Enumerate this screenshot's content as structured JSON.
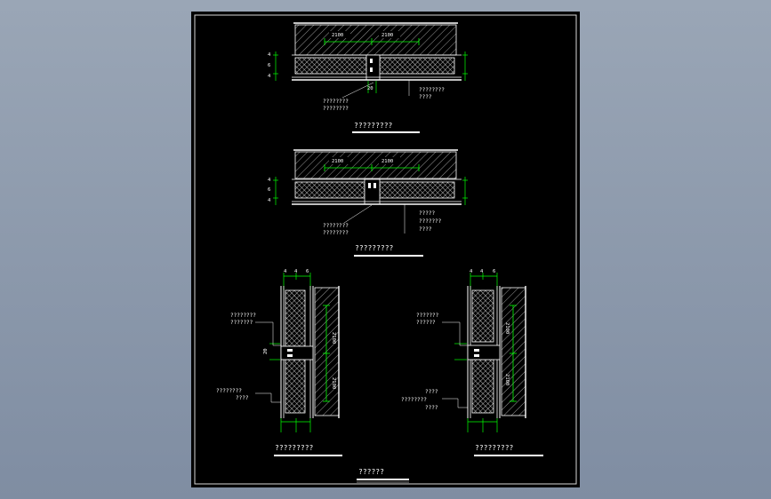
{
  "colors": {
    "background": "#8a97aa",
    "sheet": "#000000",
    "line": "#ffffff",
    "dimension": "#00ff00",
    "frame": "#d8d8d8"
  },
  "drawing": {
    "title": "??????",
    "detail_1": {
      "title": "?????????",
      "dim_left": "2100",
      "dim_right": "2100",
      "gap": "20",
      "note_left": [
        "????????",
        "????????"
      ],
      "note_right": [
        "????????",
        "????"
      ],
      "small_dims": [
        "4",
        "6",
        "4"
      ]
    },
    "detail_2": {
      "title": "?????????",
      "dim_left": "2100",
      "dim_right": "2100",
      "note_left": [
        "????????",
        "????????"
      ],
      "note_right": [
        "?????",
        "???????",
        "????"
      ],
      "small_dims": [
        "4",
        "6",
        "4"
      ]
    },
    "detail_3": {
      "title": "?????????",
      "dim_top": "2100",
      "dim_bottom": "2100",
      "gap": "20",
      "top_dims": [
        "4",
        "4",
        "6"
      ],
      "note_upper": [
        "????????",
        "???????"
      ],
      "note_lower": [
        "????????",
        "????"
      ]
    },
    "detail_4": {
      "title": "?????????",
      "dim_top": "2100",
      "dim_bottom": "2100",
      "top_dims": [
        "4",
        "4",
        "6"
      ],
      "note_upper": [
        "???????",
        "??????"
      ],
      "note_lower": [
        "????",
        "????????",
        "????"
      ]
    }
  }
}
